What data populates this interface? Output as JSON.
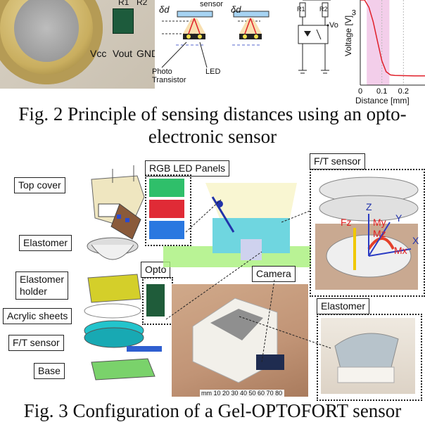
{
  "fig2": {
    "caption": "Fig. 2 Principle of sensing distances using an opto-electronic sensor",
    "caption_line1": "Fig. 2 Principle of sensing distances using an opto-",
    "caption_line2": "electronic sensor",
    "coin_labels": {
      "vcc": "Vcc",
      "vout": "Vout",
      "gnd": "GND",
      "r1": "R1",
      "r2": "R2"
    },
    "diagram_labels": {
      "delta_d1": "δd",
      "delta_d2": "δd",
      "sensor": "sensor",
      "photo": "Photo",
      "transistor": "Transistor",
      "led": "LED"
    },
    "circuit_labels": {
      "r1": "R1",
      "r2": "R2",
      "vo": "Vo"
    }
  },
  "chart_data": {
    "type": "line",
    "xlabel": "Distance [mm]",
    "ylabel": "Voltage [V]",
    "x_ticks": [
      "0",
      "0.1",
      "0.2"
    ],
    "y_ticks": [
      "3"
    ],
    "xlim": [
      0,
      0.3
    ],
    "ylim": [
      0,
      3.5
    ],
    "series": [
      {
        "x": [
          0.0,
          0.02,
          0.04,
          0.06,
          0.08,
          0.1,
          0.12,
          0.14,
          0.16,
          0.2,
          0.25,
          0.3
        ],
        "y": [
          3.6,
          3.5,
          3.2,
          2.6,
          1.8,
          1.0,
          0.55,
          0.42,
          0.4,
          0.39,
          0.38,
          0.38
        ]
      }
    ],
    "shaded_region": [
      0.03,
      0.135
    ],
    "line_color": "#e0202a",
    "shade_color": "#e9a6d8"
  },
  "fig3": {
    "caption": "Fig. 3 Configuration of a Gel-OPTOFORT sensor",
    "labels": {
      "top_cover": "Top cover",
      "elastomer": "Elastomer",
      "elastomer_holder_1": "Elastomer",
      "elastomer_holder_2": "holder",
      "acrylic": "Acrylic sheets",
      "ft_sensor": "F/T sensor",
      "base": "Base",
      "rgb": "RGB LED Panels",
      "opto": "Opto",
      "camera": "Camera",
      "ft_sensor_right": "F/T sensor",
      "elastomer_right": "Elastomer"
    },
    "axis_labels": {
      "fz": "Fz",
      "z": "Z",
      "y": "Y",
      "x": "X",
      "mz": "Mz",
      "my": "My",
      "mx": "Mx"
    },
    "ruler_text": "mm 10 20 30 40 50 60 70 80"
  }
}
